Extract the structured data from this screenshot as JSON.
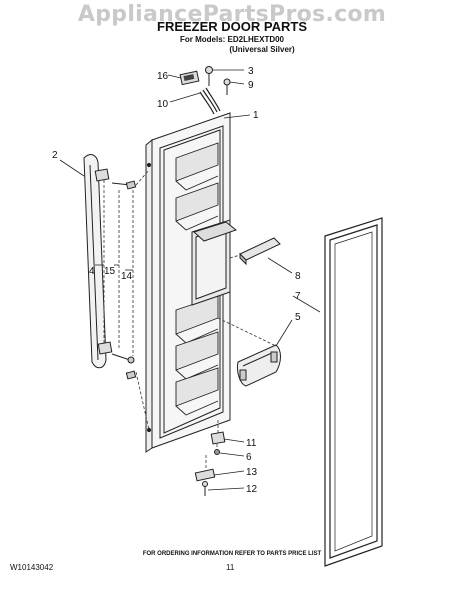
{
  "watermark": "AppliancePartsPros.com",
  "header": {
    "title": "FREEZER DOOR PARTS",
    "models_line1": "For Models: ED2LHEXTD00",
    "models_line2": "(Universal Silver)"
  },
  "callouts": {
    "c1": "1",
    "c2": "2",
    "c3": "3",
    "c4": "4",
    "c5": "5",
    "c6": "6",
    "c7": "7",
    "c8": "8",
    "c9": "9",
    "c10": "10",
    "c11": "11",
    "c12": "12",
    "c13": "13",
    "c14": "14",
    "c15": "15",
    "c16": "16"
  },
  "footer": {
    "note": "FOR ORDERING INFORMATION REFER TO PARTS PRICE LIST",
    "doc_number": "W10143042",
    "page": "11"
  }
}
